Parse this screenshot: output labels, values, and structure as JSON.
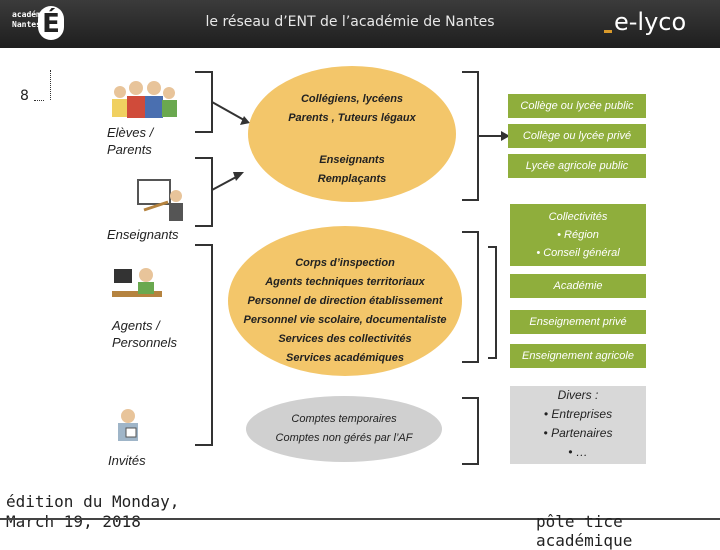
{
  "header": {
    "logo_lines": [
      "académie",
      "Nantes"
    ],
    "logo_mark": "É",
    "title": "le réseau d’ENT de l’académie de Nantes",
    "brand": "e-lyco"
  },
  "page_number": "8",
  "categories": [
    {
      "label_lines": [
        "Elèves /",
        "Parents"
      ],
      "icon": "students-parents-icon"
    },
    {
      "label_lines": [
        "Enseignants"
      ],
      "icon": "teacher-board-icon"
    },
    {
      "label_lines": [
        "Agents /",
        "Personnels"
      ],
      "icon": "office-worker-icon"
    },
    {
      "label_lines": [
        "Invités"
      ],
      "icon": "guest-badge-icon"
    }
  ],
  "groups": {
    "top_ellipse": {
      "lines_a": [
        "Collégiens, lycéens",
        "Parents , Tuteurs légaux"
      ],
      "lines_b": [
        "Enseignants",
        "Remplaçants"
      ]
    },
    "mid_ellipse": {
      "lines": [
        "Corps d’inspection",
        "Agents techniques territoriaux",
        "Personnel de direction établissement",
        "Personnel vie scolaire, documentaliste",
        "Services des collectivités",
        "Services académiques"
      ]
    },
    "gray_ellipse": {
      "lines": [
        "Comptes temporaires",
        "Comptes non gérés par l’AF"
      ]
    }
  },
  "establishments": [
    "Collège ou lycée public",
    "Collège ou lycée privé",
    "Lycée agricole public"
  ],
  "collectivites": [
    "Collectivités",
    "• Région",
    "• Conseil général"
  ],
  "others": [
    "Académie",
    "Enseignement privé",
    "Enseignement agricole"
  ],
  "divers": [
    "Divers :",
    "• Entreprises",
    "• Partenaires",
    "• …"
  ],
  "footer": {
    "left_lines": [
      "édition du Monday,",
      "March 19, 2018"
    ],
    "right": "pôle tice académique"
  },
  "colors": {
    "ellipse": "#f3c66a",
    "green_box": "#8fae3c",
    "gray": "#d0d0d0",
    "header": "#2a2a2a"
  }
}
